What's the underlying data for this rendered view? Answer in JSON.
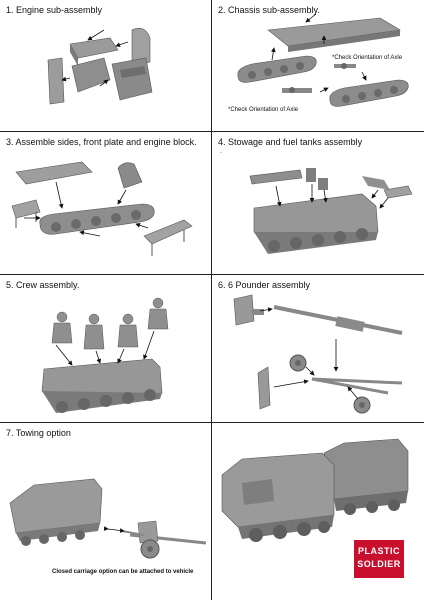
{
  "steps": [
    {
      "title": "1. Engine sub-assembly"
    },
    {
      "title": "2. Chassis sub-assembly."
    },
    {
      "title": "3. Assemble sides, front plate and engine block."
    },
    {
      "title": "4. Stowage and fuel tanks assembly"
    },
    {
      "title": "5. Crew assembly."
    },
    {
      "title": "6. 6 Pounder assembly"
    },
    {
      "title": "7. Towing option"
    }
  ],
  "notes": {
    "axle_note_1": "*Check Orientation of Axle",
    "axle_note_2": "*Check Orientation of Axle",
    "step4_dot": ".",
    "towing_caption": "Closed carriage option can be attached to vehicle"
  },
  "logo": {
    "line1": "PLASTIC",
    "line2": "SOLDIER",
    "color": "#c8102e"
  }
}
